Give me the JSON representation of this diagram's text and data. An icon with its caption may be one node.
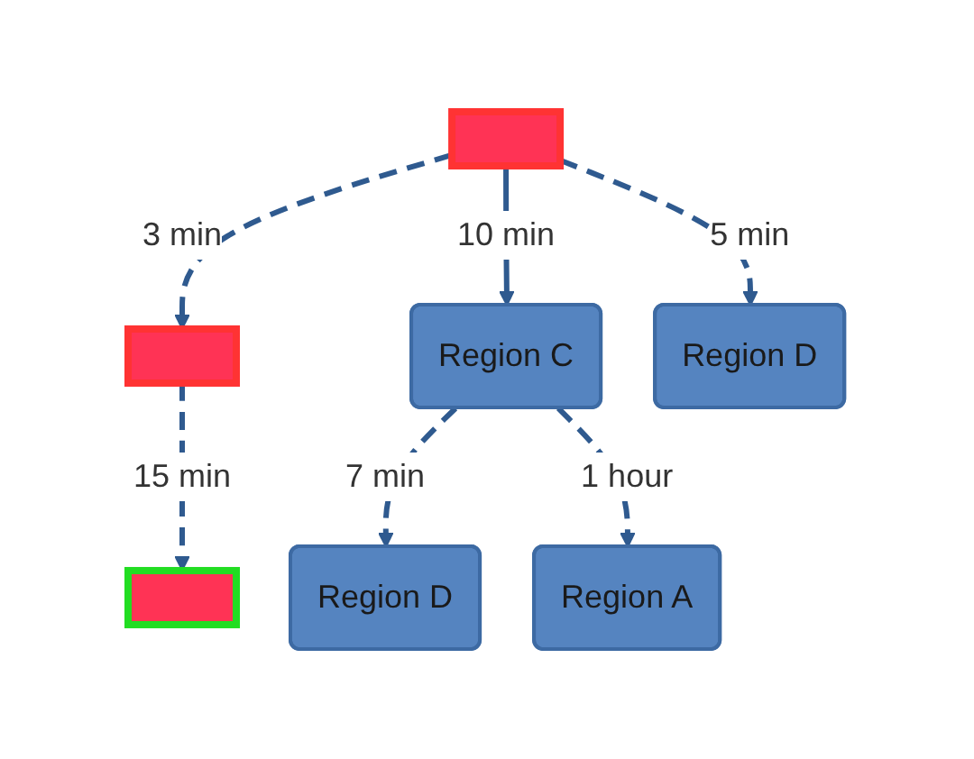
{
  "diagram": {
    "nodes": [
      {
        "text": [],
        "shape": "box"
      },
      {
        "text": [],
        "shape": "box"
      },
      {
        "text": [
          "Region C"
        ]
      },
      {
        "text": [
          "Region D"
        ]
      },
      {
        "text": [],
        "shape": "box"
      },
      {
        "text": [
          "Region D"
        ]
      },
      {
        "text": [
          "Region A"
        ]
      }
    ],
    "edges": [
      {
        "from": 0,
        "to": 1,
        "arrow": "to",
        "label": "3 min",
        "style": "dashed"
      },
      {
        "from": 0,
        "to": 2,
        "arrow": "to",
        "label": "10 min"
      },
      {
        "from": 0,
        "to": 3,
        "arrow": "to",
        "label": "5 min",
        "style": "dashed"
      },
      {
        "from": 1,
        "to": 4,
        "arrow": "to",
        "label": "15 min",
        "style": "dashed"
      },
      {
        "from": 2,
        "to": 5,
        "arrow": "to",
        "label": "7 min",
        "style": "dashed"
      },
      {
        "from": 2,
        "to": 6,
        "arrow": "to",
        "label": "1 hour",
        "style": "dashed"
      }
    ]
  }
}
